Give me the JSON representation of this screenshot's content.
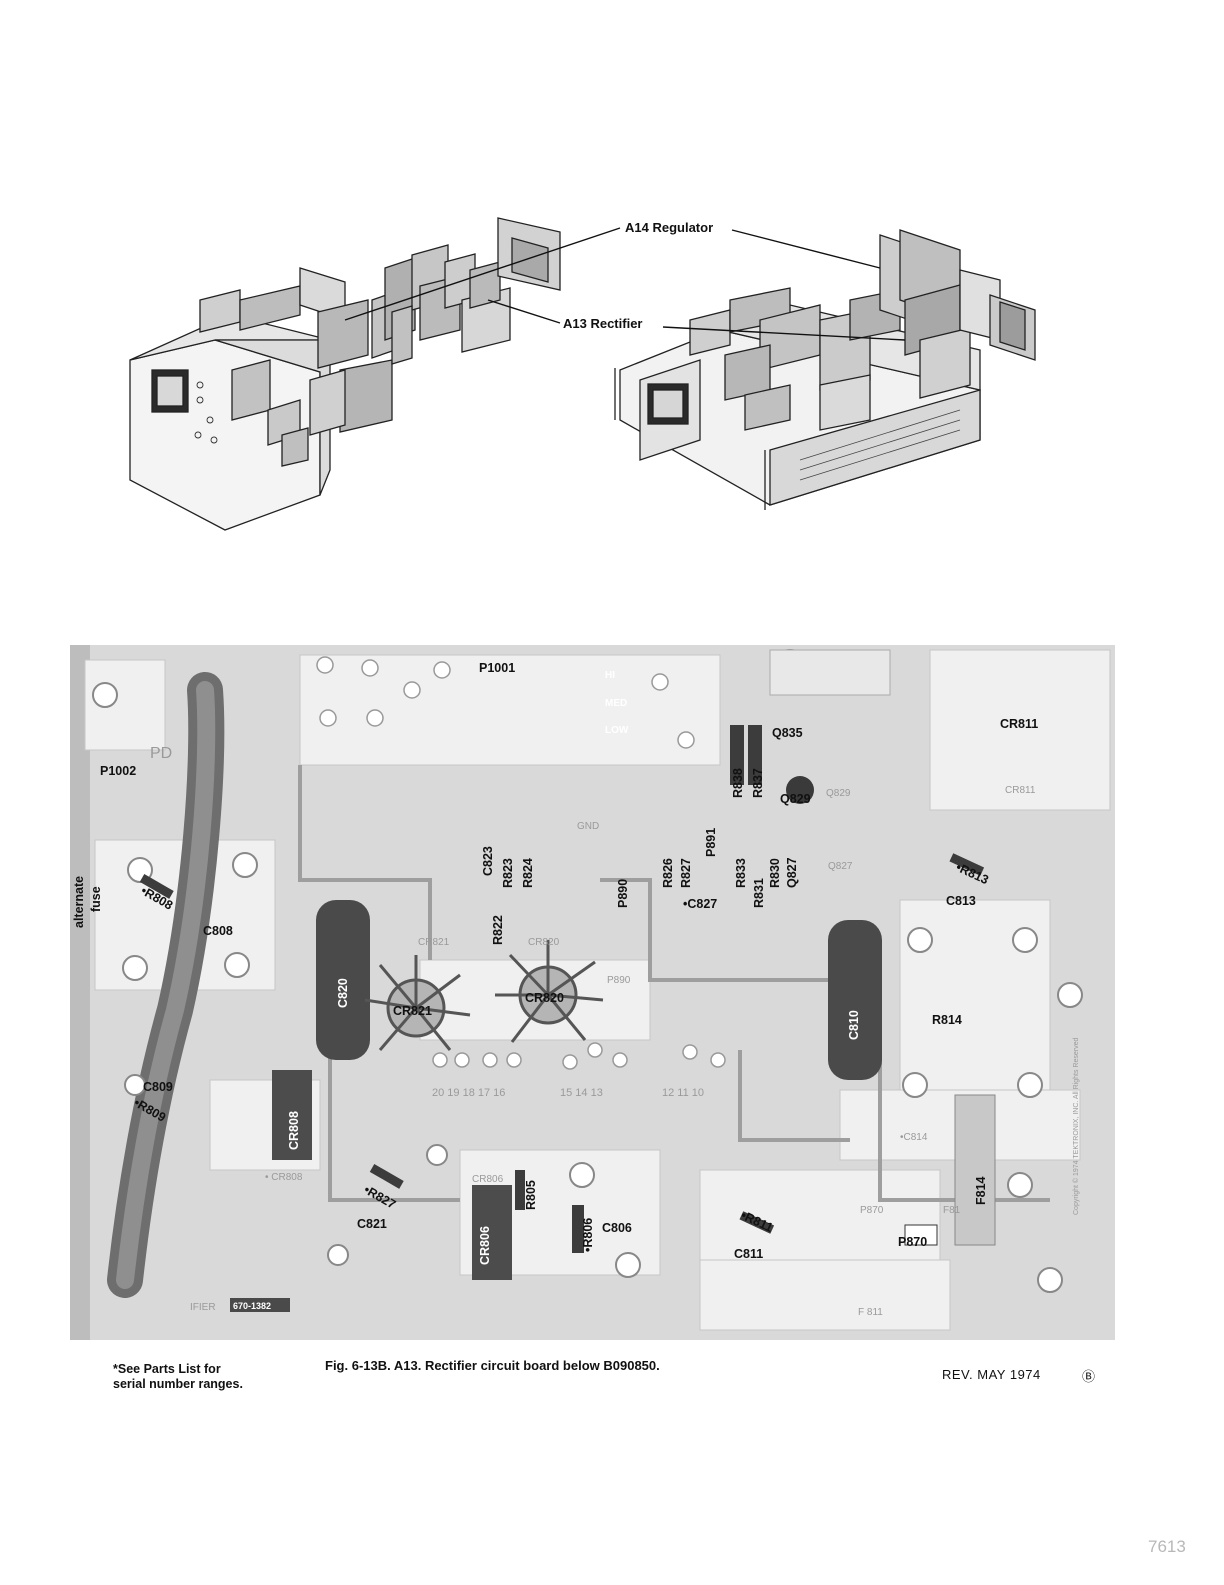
{
  "top_figure": {
    "callouts": {
      "a14": "A14 Regulator",
      "a13": "A13 Rectifier"
    }
  },
  "board": {
    "labels": {
      "P1001": "P1001",
      "P1002": "P1002",
      "PD": "PD",
      "HI": "HI",
      "MED": "MED",
      "LOW": "LOW",
      "Q835": "Q835",
      "R838": "R838",
      "R837": "R837",
      "Q829": "Q829",
      "Q829_faint": "Q829",
      "CR811": "CR811",
      "CR811_faint": "CR811",
      "GND": "GND",
      "P891": "P891",
      "C823": "C823",
      "R823": "R823",
      "R824": "R824",
      "R826": "R826",
      "R827": "R827",
      "R833": "R833",
      "R831": "R831",
      "R830": "R830",
      "Q827": "Q827",
      "Q827_faint": "Q827",
      "C827": "•C827",
      "R813": "•R813",
      "C813": "C813",
      "alternate": "alternate",
      "fuse": "fuse",
      "R808": "•R808",
      "C808": "C808",
      "R822": "R822",
      "P890": "P890",
      "P890_faint": "P890",
      "CR821_faint": "CR821",
      "CR820_faint": "CR820",
      "C820": "C820",
      "CR821": "CR821",
      "CR820": "CR820",
      "C810": "C810",
      "R814": "R814",
      "pins_left": "20 19  18 17 16",
      "pins_mid": "15  14  13",
      "pins_right": "12  11  10",
      "C809": "C809",
      "R809": "•R809",
      "CR808": "CR808",
      "CR808_faint": "• CR808",
      "C814_faint": "•C814",
      "F814": "F814",
      "R827b": "•R827",
      "C821": "C821",
      "CR806_faint": "CR806",
      "R805": "R805",
      "CR806": "CR806",
      "R806": "•R806",
      "C806": "C806",
      "P870_faint": "P870",
      "F81_faint": "F81",
      "P870": "P870",
      "R811": "•R811",
      "C811": "C811",
      "F811_faint": "F 811",
      "board_tag": "670-1382",
      "board_tag_prefix": "IFIER",
      "copyright": "Copyright © 1974 TEKTRONIX, INC. All Rights Reserved"
    }
  },
  "footer": {
    "footnote_line1": "*See Parts List for",
    "footnote_line2": "serial number ranges.",
    "caption": "Fig. 6-13B.  A13.  Rectifier circuit board below B090850.",
    "revision": "REV. MAY 1974",
    "rev_mark": "Ⓑ",
    "page_number": "7613"
  }
}
